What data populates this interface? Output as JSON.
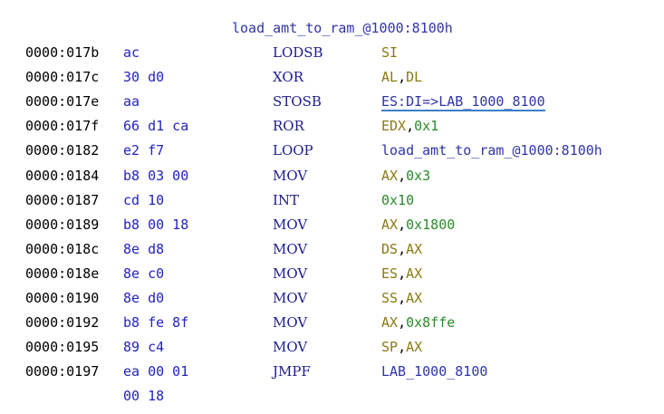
{
  "label": "load_amt_to_ram_@1000:8100h",
  "rows": [
    {
      "addr": "0000:017b",
      "bytes": "ac",
      "mnemonic": "LODSB",
      "operands": [
        {
          "text": "SI",
          "kind": "reg"
        }
      ]
    },
    {
      "addr": "0000:017c",
      "bytes": "30 d0",
      "mnemonic": "XOR",
      "operands": [
        {
          "text": "AL",
          "kind": "reg"
        },
        {
          "text": ",",
          "kind": "sep"
        },
        {
          "text": "DL",
          "kind": "reg"
        }
      ]
    },
    {
      "addr": "0000:017e",
      "bytes": "aa",
      "mnemonic": "STOSB",
      "operands": [
        {
          "text": "ES:DI=>LAB_1000_8100",
          "kind": "xref"
        }
      ]
    },
    {
      "addr": "0000:017f",
      "bytes": "66 d1 ca",
      "mnemonic": "ROR",
      "operands": [
        {
          "text": "EDX",
          "kind": "reg"
        },
        {
          "text": ",",
          "kind": "sep"
        },
        {
          "text": "0x1",
          "kind": "num"
        }
      ]
    },
    {
      "addr": "0000:0182",
      "bytes": "e2 f7",
      "mnemonic": "LOOP",
      "operands": [
        {
          "text": "load_amt_to_ram_@1000:8100h",
          "kind": "lbl"
        }
      ]
    },
    {
      "addr": "0000:0184",
      "bytes": "b8 03 00",
      "mnemonic": "MOV",
      "operands": [
        {
          "text": "AX",
          "kind": "reg"
        },
        {
          "text": ",",
          "kind": "sep"
        },
        {
          "text": "0x3",
          "kind": "num"
        }
      ]
    },
    {
      "addr": "0000:0187",
      "bytes": "cd 10",
      "mnemonic": "INT",
      "operands": [
        {
          "text": "0x10",
          "kind": "num"
        }
      ]
    },
    {
      "addr": "0000:0189",
      "bytes": "b8 00 18",
      "mnemonic": "MOV",
      "operands": [
        {
          "text": "AX",
          "kind": "reg"
        },
        {
          "text": ",",
          "kind": "sep"
        },
        {
          "text": "0x1800",
          "kind": "num"
        }
      ]
    },
    {
      "addr": "0000:018c",
      "bytes": "8e d8",
      "mnemonic": "MOV",
      "operands": [
        {
          "text": "DS",
          "kind": "reg"
        },
        {
          "text": ",",
          "kind": "sep"
        },
        {
          "text": "AX",
          "kind": "reg"
        }
      ]
    },
    {
      "addr": "0000:018e",
      "bytes": "8e c0",
      "mnemonic": "MOV",
      "operands": [
        {
          "text": "ES",
          "kind": "reg"
        },
        {
          "text": ",",
          "kind": "sep"
        },
        {
          "text": "AX",
          "kind": "reg"
        }
      ]
    },
    {
      "addr": "0000:0190",
      "bytes": "8e d0",
      "mnemonic": "MOV",
      "operands": [
        {
          "text": "SS",
          "kind": "reg"
        },
        {
          "text": ",",
          "kind": "sep"
        },
        {
          "text": "AX",
          "kind": "reg"
        }
      ]
    },
    {
      "addr": "0000:0192",
      "bytes": "b8 fe 8f",
      "mnemonic": "MOV",
      "operands": [
        {
          "text": "AX",
          "kind": "reg"
        },
        {
          "text": ",",
          "kind": "sep"
        },
        {
          "text": "0x8ffe",
          "kind": "num"
        }
      ]
    },
    {
      "addr": "0000:0195",
      "bytes": "89 c4",
      "mnemonic": "MOV",
      "operands": [
        {
          "text": "SP",
          "kind": "reg"
        },
        {
          "text": ",",
          "kind": "sep"
        },
        {
          "text": "AX",
          "kind": "reg"
        }
      ]
    },
    {
      "addr": "0000:0197",
      "bytes": "ea 00 01",
      "mnemonic": "JMPF",
      "operands": [
        {
          "text": "LAB_1000_8100",
          "kind": "lbl"
        }
      ]
    },
    {
      "addr": "",
      "bytes": "00 18",
      "mnemonic": "",
      "operands": []
    }
  ],
  "colors": {
    "address": "#000000",
    "bytes": "#2323c0",
    "mnemonic": "#1c1c8c",
    "register": "#8a7a12",
    "number": "#2b8a2b",
    "label": "#2f35a8",
    "xref_underline": "#3d7fc8"
  }
}
